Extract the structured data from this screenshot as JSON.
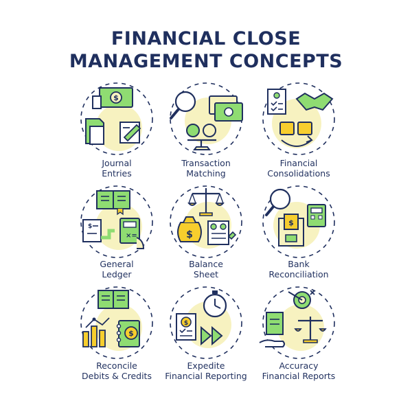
{
  "title": {
    "line1": "FINANCIAL CLOSE",
    "line2": "MANAGEMENT CONCEPTS"
  },
  "colors": {
    "navy": "#1f2f5e",
    "green": "#8fdc72",
    "yellow": "#f7f2c0",
    "bubble": "#f4efb3"
  },
  "concepts": [
    {
      "lines": [
        "Journal",
        "Entries"
      ],
      "icon": "journal-entries-icon"
    },
    {
      "lines": [
        "Transaction",
        "Matching"
      ],
      "icon": "transaction-matching-icon"
    },
    {
      "lines": [
        "Financial",
        "Consolidations"
      ],
      "icon": "financial-consolidations-icon"
    },
    {
      "lines": [
        "General",
        "Ledger"
      ],
      "icon": "general-ledger-icon"
    },
    {
      "lines": [
        "Balance",
        "Sheet"
      ],
      "icon": "balance-sheet-icon"
    },
    {
      "lines": [
        "Bank",
        "Reconciliation"
      ],
      "icon": "bank-reconciliation-icon"
    },
    {
      "lines": [
        "Reconcile",
        "Debits & Credits"
      ],
      "icon": "reconcile-debits-credits-icon"
    },
    {
      "lines": [
        "Expedite",
        "Financial Reporting"
      ],
      "icon": "expedite-reporting-icon"
    },
    {
      "lines": [
        "Accuracy",
        "Financial Reports"
      ],
      "icon": "accuracy-reports-icon"
    }
  ]
}
